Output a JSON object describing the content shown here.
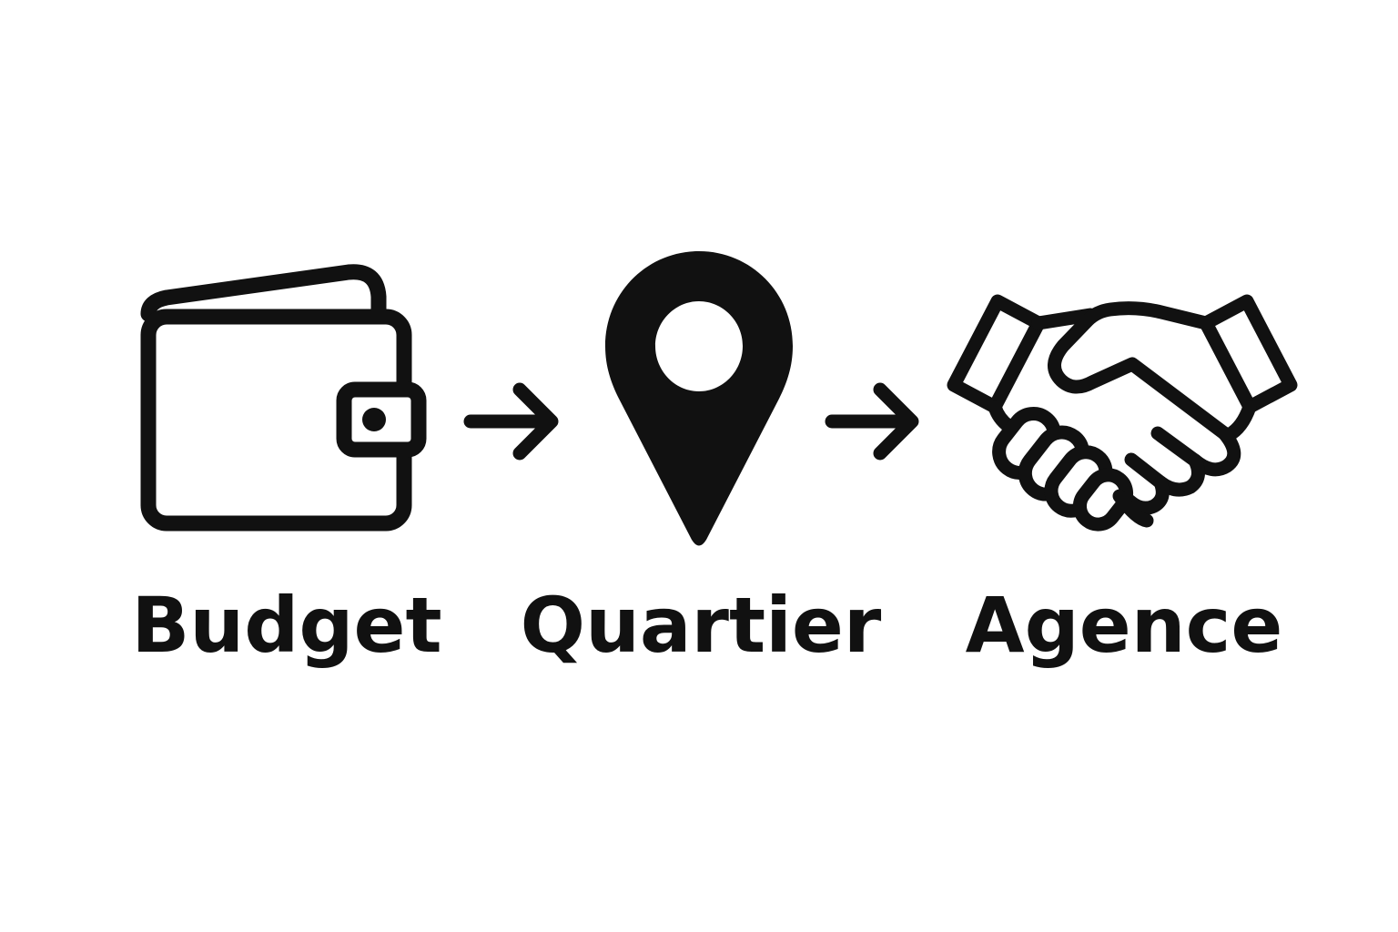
{
  "colors": {
    "background": "#ffffff",
    "ink": "#111111"
  },
  "steps": [
    {
      "label": "Budget",
      "icon": "wallet-icon"
    },
    {
      "label": "Quartier",
      "icon": "map-pin-icon"
    },
    {
      "label": "Agence",
      "icon": "handshake-icon"
    }
  ],
  "connectors": [
    "arrow-right-icon",
    "arrow-right-icon"
  ]
}
